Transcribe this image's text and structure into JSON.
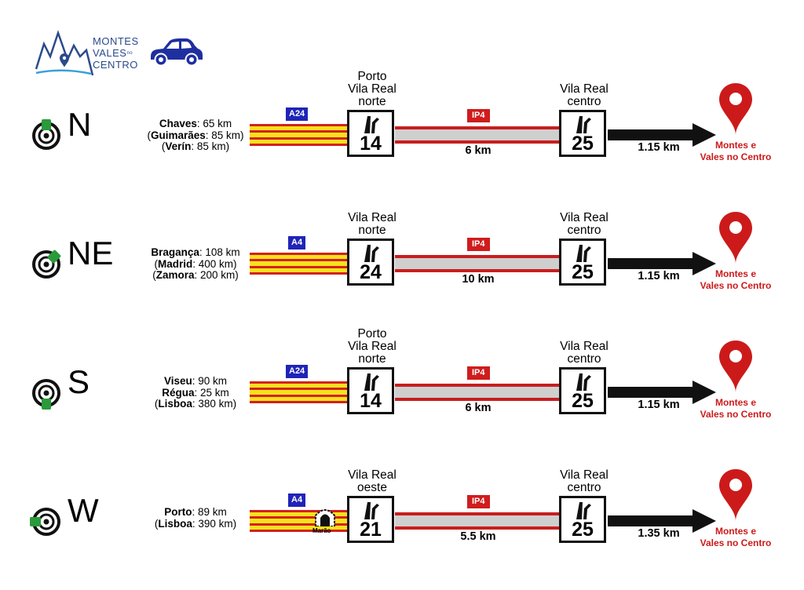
{
  "logo": {
    "line1": "MONTES",
    "line2": "VALES",
    "line2_small": "no",
    "line3": "CENTRO",
    "car_icon": "car-icon",
    "brand_color": "#2b4a8c",
    "car_color": "#1f2fa0"
  },
  "colors": {
    "a_road_yellow": "#f6e21c",
    "a_road_red": "#d42020",
    "ip_road_grey": "#cfcfcf",
    "ip_road_red": "#c81e1e",
    "a_badge": "#1f24b8",
    "ip_badge": "#d01c1c",
    "pin": "#cc1a1a",
    "compass_green": "#2a9a3a"
  },
  "routes": [
    {
      "direction": "N",
      "origins": [
        {
          "name": "Chaves",
          "suffix": ": 65 km",
          "paren": false
        },
        {
          "name": "Guimarães",
          "suffix": ": 85 km)",
          "paren": true
        },
        {
          "name": "Verín",
          "suffix": ": 85 km)",
          "paren": true
        }
      ],
      "motorway": "A24",
      "exit1_place": [
        "Porto",
        "Vila Real",
        "norte"
      ],
      "exit1_number": "14",
      "ip_road": "IP4",
      "ip_distance": "6 km",
      "exit2_place": [
        "Vila Real",
        "centro"
      ],
      "exit2_number": "25",
      "final_distance": "1.15 km",
      "destination": [
        "Montes e",
        "Vales no Centro"
      ]
    },
    {
      "direction": "NE",
      "origins": [
        {
          "name": "Bragança",
          "suffix": ": 108 km",
          "paren": false
        },
        {
          "name": "Madrid",
          "suffix": ": 400 km)",
          "paren": true
        },
        {
          "name": "Zamora",
          "suffix": ": 200 km)",
          "paren": true
        }
      ],
      "motorway": "A4",
      "exit1_place": [
        "Vila Real",
        "norte"
      ],
      "exit1_number": "24",
      "ip_road": "IP4",
      "ip_distance": "10 km",
      "exit2_place": [
        "Vila Real",
        "centro"
      ],
      "exit2_number": "25",
      "final_distance": "1.15 km",
      "destination": [
        "Montes e",
        "Vales no Centro"
      ]
    },
    {
      "direction": "S",
      "origins": [
        {
          "name": "Viseu",
          "suffix": ": 90 km",
          "paren": false
        },
        {
          "name": "Régua",
          "suffix": ": 25 km",
          "paren": false
        },
        {
          "name": "Lisboa",
          "suffix": ": 380 km)",
          "paren": true
        }
      ],
      "motorway": "A24",
      "exit1_place": [
        "Porto",
        "Vila Real",
        "norte"
      ],
      "exit1_number": "14",
      "ip_road": "IP4",
      "ip_distance": "6 km",
      "exit2_place": [
        "Vila Real",
        "centro"
      ],
      "exit2_number": "25",
      "final_distance": "1.15 km",
      "destination": [
        "Montes e",
        "Vales no Centro"
      ]
    },
    {
      "direction": "W",
      "origins": [
        {
          "name": "Porto",
          "suffix": ": 89 km",
          "paren": false
        },
        {
          "name": "Lisboa",
          "suffix": ": 390 km)",
          "paren": true
        }
      ],
      "motorway": "A4",
      "tunnel_label": "Marão",
      "exit1_place": [
        "Vila Real",
        "oeste"
      ],
      "exit1_number": "21",
      "ip_road": "IP4",
      "ip_distance": "5.5 km",
      "exit2_place": [
        "Vila Real",
        "centro"
      ],
      "exit2_number": "25",
      "final_distance": "1.35 km",
      "destination": [
        "Montes e",
        "Vales no Centro"
      ]
    }
  ]
}
